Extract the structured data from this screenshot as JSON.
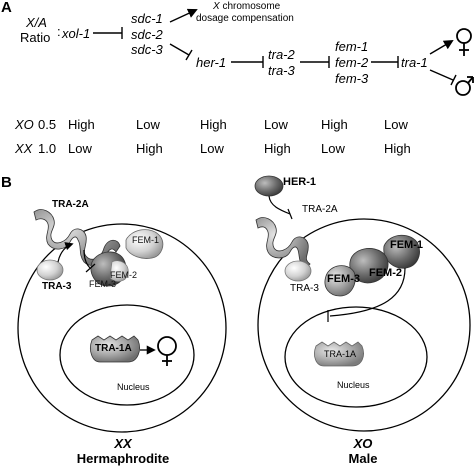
{
  "panel_a": {
    "label": "A",
    "ratio_label_1": "X/A",
    "ratio_label_2": "Ratio",
    "colon": ":",
    "genes": {
      "xol1": "xol-1",
      "sdc1": "sdc-1",
      "sdc2": "sdc-2",
      "sdc3": "sdc-3",
      "her1": "her-1",
      "tra2": "tra-2",
      "tra3": "tra-3",
      "fem1": "fem-1",
      "fem2": "fem-2",
      "fem3": "fem-3",
      "tra1": "tra-1"
    },
    "dosage_line1_italic": "X",
    "dosage_line1_rest": " chromosome",
    "dosage_line2": "dosage compensation",
    "rows": [
      {
        "genotype": "XO",
        "ratio": "0.5",
        "levels": [
          "High",
          "Low",
          "High",
          "Low",
          "High",
          "Low"
        ]
      },
      {
        "genotype": "XX",
        "ratio": "1.0",
        "levels": [
          "Low",
          "High",
          "Low",
          "High",
          "Low",
          "High"
        ]
      }
    ]
  },
  "panel_b": {
    "label": "B",
    "left": {
      "tra2a": "TRA-2A",
      "fem1": "FEM-1",
      "fem2": "FEM-2",
      "fem3": "FEM-3",
      "tra3": "TRA-3",
      "tra1a": "TRA-1A",
      "nucleus": "Nucleus",
      "genotype": "XX",
      "sex": "Hermaphrodite"
    },
    "right": {
      "her1": "HER-1",
      "tra2a": "TRA-2A",
      "tra3": "TRA-3",
      "fem1": "FEM-1",
      "fem2": "FEM-2",
      "fem3": "FEM-3",
      "tra1a": "TRA-1A",
      "nucleus": "Nucleus",
      "genotype": "XO",
      "sex": "Male"
    }
  },
  "colors": {
    "protein_dark": "#555555",
    "protein_mid": "#8a8a8a",
    "protein_light": "#c4c4c4"
  }
}
